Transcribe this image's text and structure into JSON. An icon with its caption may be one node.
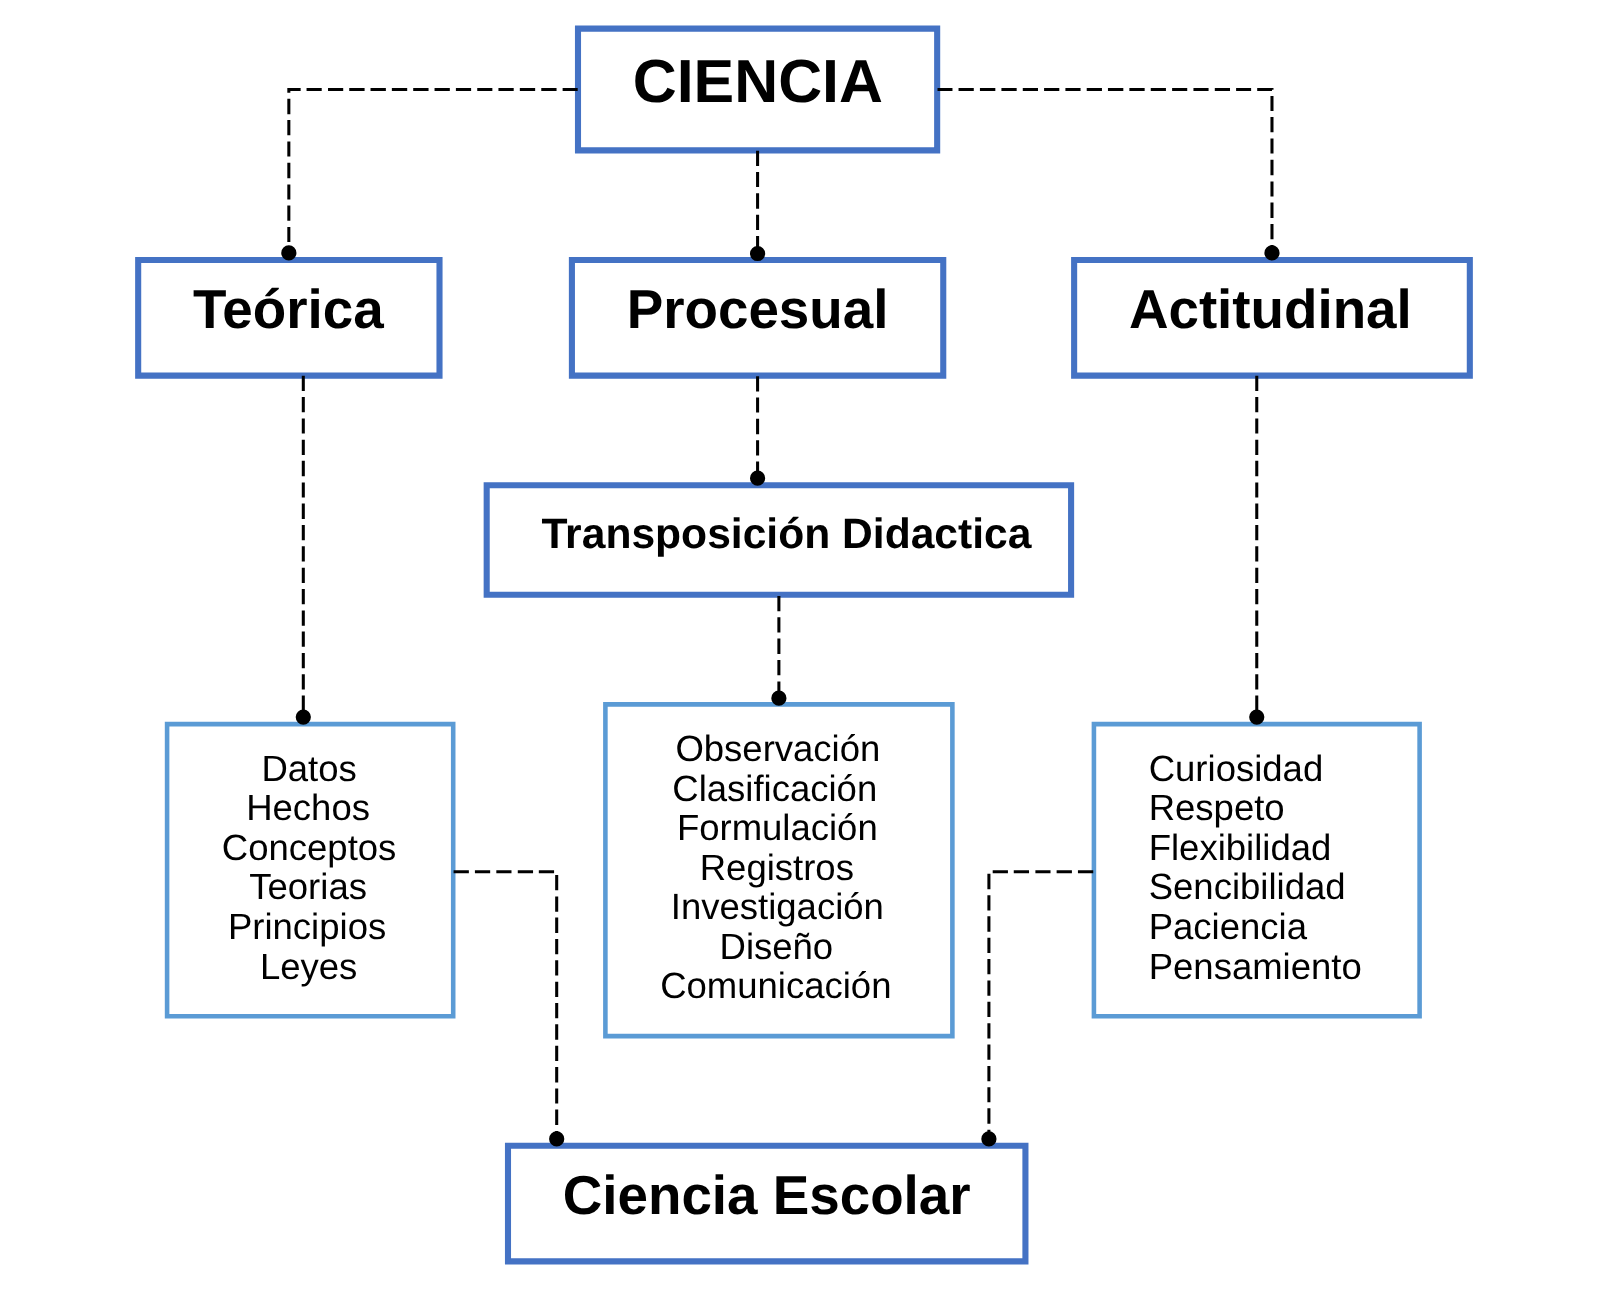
{
  "diagram": {
    "nodes": [
      {
        "text": [
          "CIENCIA"
        ]
      },
      {
        "text": [
          "Teórica"
        ]
      },
      {
        "text": [
          "Procesual"
        ]
      },
      {
        "text": [
          "Actitudinal"
        ]
      },
      {
        "text": [
          "Transposición Didactica"
        ]
      },
      {
        "text": [
          "Datos",
          "Hechos",
          "Conceptos",
          "Teorias",
          "Principios",
          "Leyes"
        ]
      },
      {
        "text": [
          "Observación",
          "Clasificación",
          "Formulación",
          "Registros",
          "Investigación",
          "Diseño",
          "Comunicación"
        ]
      },
      {
        "text": [
          "Curiosidad",
          "Respeto",
          "Flexibilidad",
          "Sencibilidad",
          "Paciencia",
          "Pensamiento"
        ]
      },
      {
        "text": [
          "Ciencia Escolar"
        ]
      }
    ],
    "edges": [
      {
        "from": 0,
        "to": 1,
        "arrow": "other",
        "style": "dashed"
      },
      {
        "from": 0,
        "to": 2,
        "arrow": "other",
        "style": "dashed"
      },
      {
        "from": 0,
        "to": 3,
        "arrow": "other",
        "style": "dashed"
      },
      {
        "from": 1,
        "to": 5,
        "arrow": "other",
        "style": "dashed"
      },
      {
        "from": 2,
        "to": 4,
        "arrow": "other",
        "style": "dashed"
      },
      {
        "from": 4,
        "to": 6,
        "arrow": "other",
        "style": "dashed"
      },
      {
        "from": 3,
        "to": 7,
        "arrow": "other",
        "style": "dashed"
      },
      {
        "from": 5,
        "to": 8,
        "arrow": "other",
        "style": "dashed"
      },
      {
        "from": 7,
        "to": 8,
        "arrow": "other",
        "style": "dashed"
      }
    ]
  }
}
